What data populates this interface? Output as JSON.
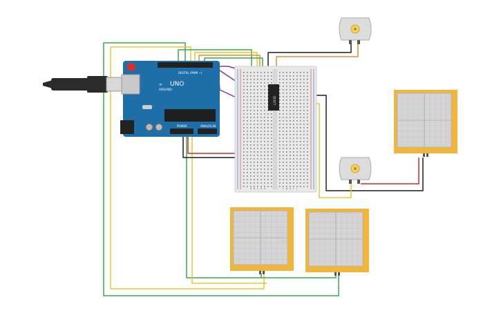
{
  "canvas": {
    "background": "#ffffff"
  },
  "arduino": {
    "board_color": "#1e6ea8",
    "logo_text": "UNO",
    "brand_text": "ARDUINO",
    "digital_header_label": "DIGITAL (PWM ~)",
    "power_header_label": "POWER",
    "analog_header_label": "ANALOG IN",
    "chip_color": "#1f1f1f"
  },
  "usb_cable": {
    "color": "#2b2b2b",
    "connector_color": "#d9d9d9"
  },
  "breadboard": {
    "body_color": "#e8e8e8",
    "rail_red": "#d23b3b",
    "rail_blue": "#3b6bd2",
    "column_letters": [
      "a",
      "b",
      "c",
      "d",
      "e",
      "f",
      "g",
      "h",
      "i",
      "j"
    ]
  },
  "driver_ic": {
    "label": "L293D",
    "color": "#222222"
  },
  "motors": [
    {
      "name": "dc-motor-top",
      "body_color": "#dcdcdc",
      "hub_color": "#f2d35a"
    },
    {
      "name": "dc-motor-middle",
      "body_color": "#dcdcdc",
      "hub_color": "#f2d35a"
    }
  ],
  "force_sensors": [
    {
      "name": "force-sensor-right",
      "frame_color": "#f1b53b",
      "pad_color": "#d4d4d4"
    },
    {
      "name": "force-sensor-bottom-left",
      "frame_color": "#f1b53b",
      "pad_color": "#d4d4d4"
    },
    {
      "name": "force-sensor-bottom-middle",
      "frame_color": "#f1b53b",
      "pad_color": "#d4d4d4"
    }
  ],
  "wire_colors": {
    "green": "#3aa84a",
    "yellow": "#e6c72c",
    "orange": "#e58a2c",
    "red": "#d12b2b",
    "black": "#1c1c1c",
    "purple": "#7b3aa8"
  }
}
